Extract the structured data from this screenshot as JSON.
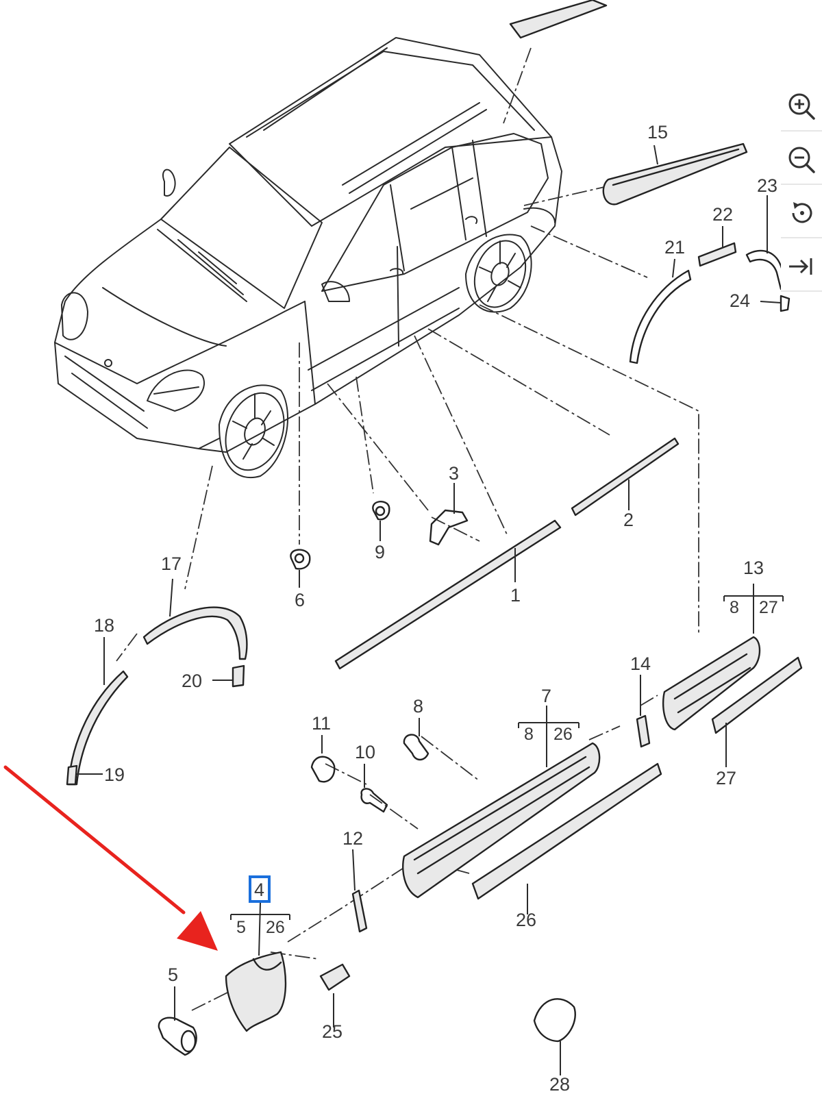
{
  "diagram": {
    "callouts": {
      "p1": "1",
      "p2": "2",
      "p3": "3",
      "p5": "5",
      "p6": "6",
      "p7": "7",
      "p8": "8",
      "p9": "9",
      "p10": "10",
      "p11": "11",
      "p12": "12",
      "p13": "13",
      "p14": "14",
      "p15": "15",
      "p17": "17",
      "p18": "18",
      "p19": "19",
      "p20": "20",
      "p21": "21",
      "p22": "22",
      "p23": "23",
      "p24": "24",
      "p25": "25",
      "p26": "26",
      "p27": "27",
      "p28": "28"
    },
    "assemblies": {
      "a4": {
        "label": "4",
        "left": "5",
        "right": "26"
      },
      "a7": {
        "left": "8",
        "right": "26"
      },
      "a13": {
        "left": "8",
        "right": "27"
      }
    },
    "arrow_color": "#e8231e",
    "highlight_color": "#1a6fdc"
  },
  "toolbar": {
    "zoom_in": "zoom-in-icon",
    "zoom_out": "zoom-out-icon",
    "reset": "rotate-reset-icon",
    "collapse": "collapse-panel-icon"
  }
}
